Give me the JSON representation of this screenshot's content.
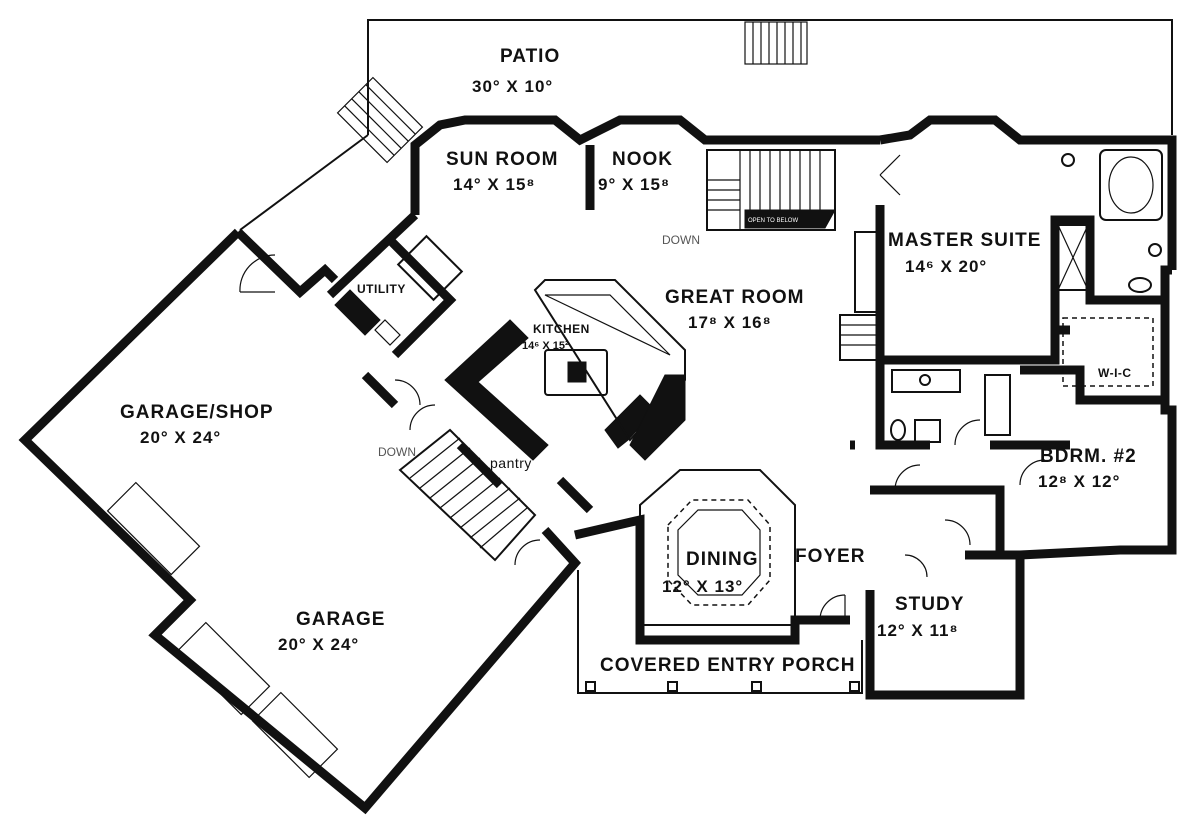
{
  "rooms": {
    "patio": {
      "name": "PATIO",
      "dim": "30° X 10°"
    },
    "sun_room": {
      "name": "SUN ROOM",
      "dim": "14° X 15⁸"
    },
    "nook": {
      "name": "NOOK",
      "dim": "9° X 15⁸"
    },
    "master_suite": {
      "name": "MASTER SUITE",
      "dim": "14⁶ X 20°"
    },
    "great_room": {
      "name": "GREAT ROOM",
      "dim": "17⁸ X 16⁸"
    },
    "kitchen": {
      "name": "KITCHEN",
      "dim": "14⁶ X 15²"
    },
    "utility": {
      "name": "UTILITY"
    },
    "garage_shop": {
      "name": "GARAGE/SHOP",
      "dim": "20° X 24°"
    },
    "garage": {
      "name": "GARAGE",
      "dim": "20° X 24°"
    },
    "pantry": {
      "name": "pantry"
    },
    "dining": {
      "name": "DINING",
      "dim": "12° X 13°"
    },
    "foyer": {
      "name": "FOYER"
    },
    "study": {
      "name": "STUDY",
      "dim": "12° X 11⁸"
    },
    "bdrm2": {
      "name": "BDRM. #2",
      "dim": "12⁸ X 12°"
    },
    "wic": {
      "name": "W-I-C"
    },
    "porch": {
      "name": "COVERED ENTRY PORCH"
    }
  },
  "notes": {
    "down_great": "DOWN",
    "down_garage": "DOWN",
    "open_below": "OPEN TO BELOW"
  }
}
